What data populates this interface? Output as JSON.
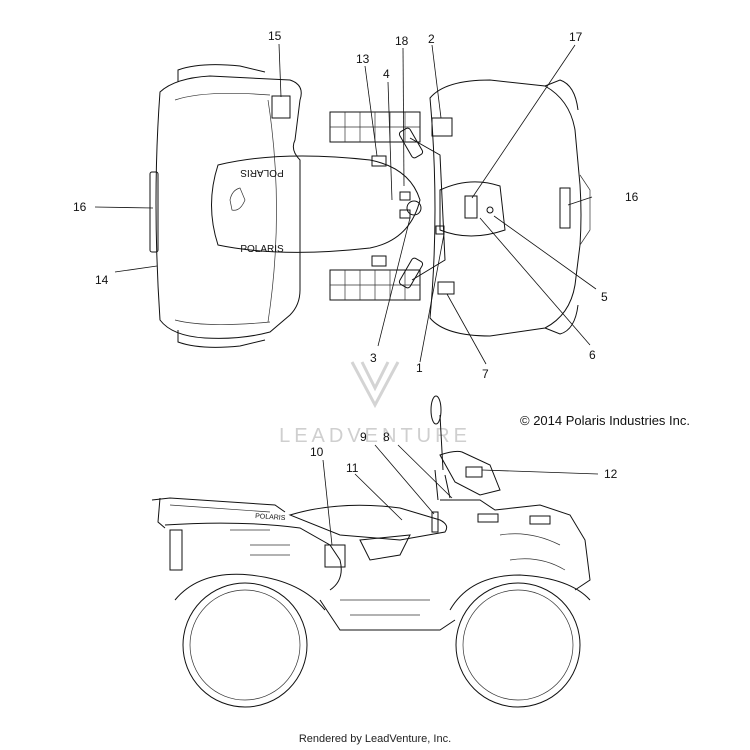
{
  "callouts": {
    "c1": "1",
    "c2": "2",
    "c3": "3",
    "c4": "4",
    "c5": "5",
    "c6": "6",
    "c7": "7",
    "c8": "8",
    "c9": "9",
    "c10": "10",
    "c11": "11",
    "c12": "12",
    "c13": "13",
    "c14": "14",
    "c15": "15",
    "c16a": "16",
    "c16b": "16",
    "c17": "17",
    "c18": "18"
  },
  "branding": {
    "copyright": "© 2014 Polaris Industries Inc.",
    "footer": "Rendered by LeadVenture, Inc.",
    "watermark": "LEADVENTURE",
    "decal_top": "POLARIS",
    "decal_bottom": "POLARIS"
  }
}
